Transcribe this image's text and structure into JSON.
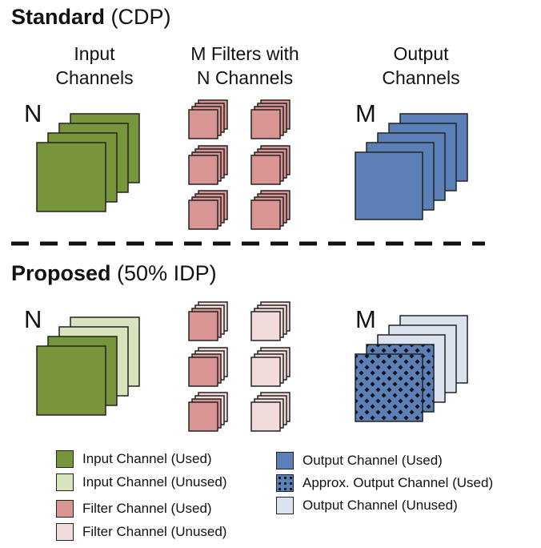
{
  "sections": {
    "standard": {
      "title_bold": "Standard",
      "title_rest": "(CDP)"
    },
    "proposed": {
      "title_bold": "Proposed",
      "title_rest": "(50% IDP)"
    }
  },
  "columns": {
    "input_line1": "Input",
    "input_line2": "Channels",
    "filters_line1": "M Filters with",
    "filters_line2": "N Channels",
    "output_line1": "Output",
    "output_line2": "Channels"
  },
  "labels": {
    "n": "N",
    "m": "M"
  },
  "colors": {
    "input_used": "#77963b",
    "input_unused": "#d8e4bd",
    "filter_used": "#d99594",
    "filter_unused": "#f2dcdb",
    "output_used": "#5b80b8",
    "output_unused": "#dce3ef",
    "outline": "#222222"
  },
  "legend": {
    "input_used": "Input Channel (Used)",
    "input_unused": "Input Channel (Unused)",
    "filter_used": "Filter Channel (Used)",
    "filter_unused": "Filter Channel (Unused)",
    "output_used": "Output Channel (Used)",
    "output_approx": "Approx. Output Channel (Used)",
    "output_unused": "Output Channel (Unused)"
  }
}
